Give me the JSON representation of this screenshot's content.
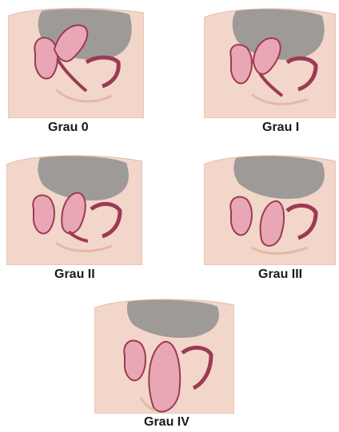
{
  "panels": [
    {
      "caption": "Grau 0"
    },
    {
      "caption": "Grau I"
    },
    {
      "caption": "Grau II"
    },
    {
      "caption": "Grau III"
    },
    {
      "caption": "Grau IV"
    }
  ],
  "colors": {
    "skin": "#f2d6c9",
    "skin_shadow": "#e5b8a6",
    "cavity": "#8f8f8f",
    "organ": "#e9a7b5",
    "organ_dark": "#9c3a55",
    "outline": "#b9817a"
  }
}
